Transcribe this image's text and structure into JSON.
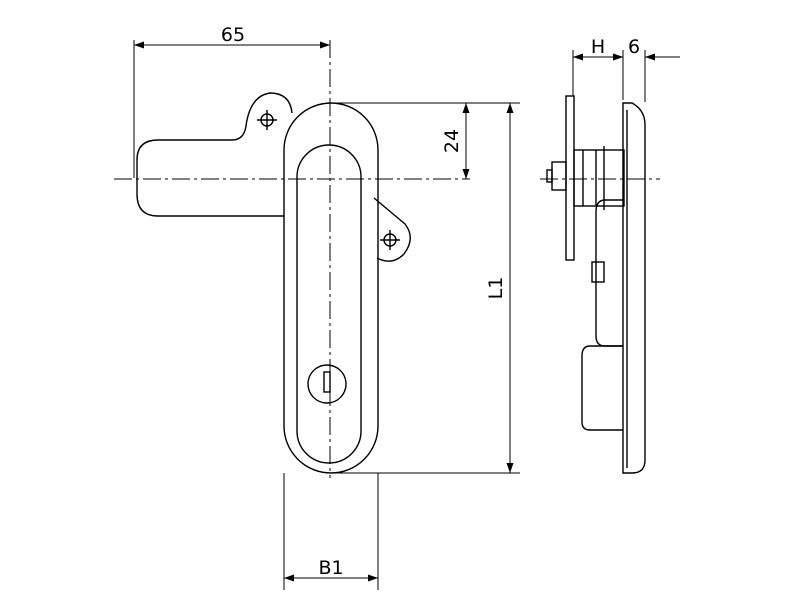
{
  "dimensions": {
    "width_top": "65",
    "offset_height": "24",
    "length": "L1",
    "width_bottom": "B1",
    "side_h": "H",
    "side_thickness": "6"
  }
}
